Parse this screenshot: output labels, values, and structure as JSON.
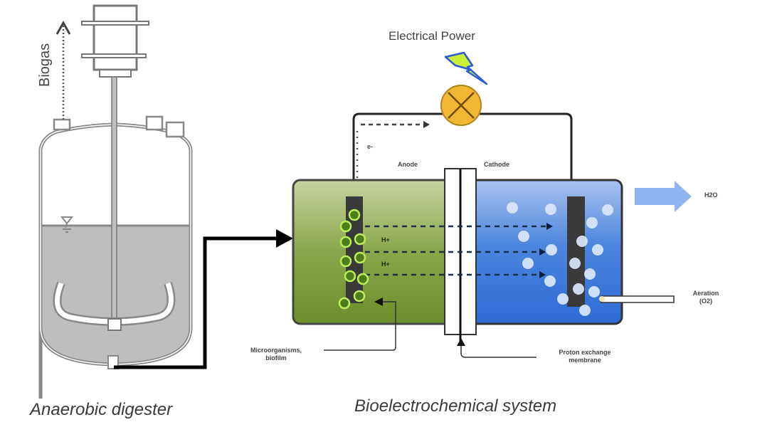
{
  "digester": {
    "caption": "Anaerobic digester",
    "biogas_label": "Biogas"
  },
  "bes": {
    "caption": "Bioelectrochemical system",
    "power_label": "Electrical Power",
    "anode_label": "Anode",
    "cathode_label": "Cathode",
    "electron_label": "e-",
    "proton_labels": [
      "H+",
      "H+"
    ],
    "water_label": "H2O",
    "aeration_label_1": "Aeration",
    "aeration_label_2": "(O2)",
    "microbe_label_1": "Microorganisms,",
    "microbe_label_2": "biofilm",
    "membrane_label_1": "Proton exchange",
    "membrane_label_2": "membrane"
  },
  "colors": {
    "anode_chamber": "#7a9a3a",
    "cathode_chamber": "#3a78d8",
    "lamp": "#f2b733",
    "liquid": "#bdbdbd",
    "flow_arrow": "#000000",
    "water_arrow": "#8fb4ee"
  }
}
